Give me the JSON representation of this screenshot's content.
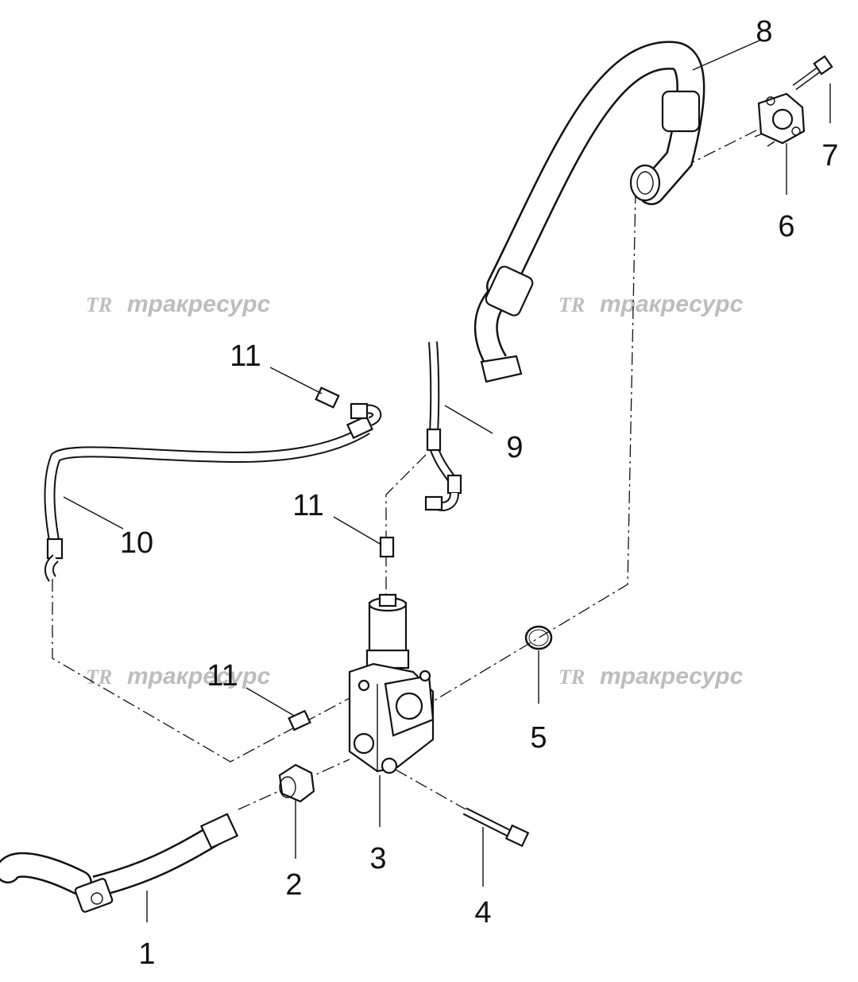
{
  "watermark": {
    "logo": "TR",
    "text": "тракресурс"
  },
  "callouts": {
    "c1": "1",
    "c2": "2",
    "c3": "3",
    "c4": "4",
    "c5": "5",
    "c6": "6",
    "c7": "7",
    "c8": "8",
    "c9": "9",
    "c10": "10",
    "c11a": "11",
    "c11b": "11",
    "c11c": "11"
  }
}
